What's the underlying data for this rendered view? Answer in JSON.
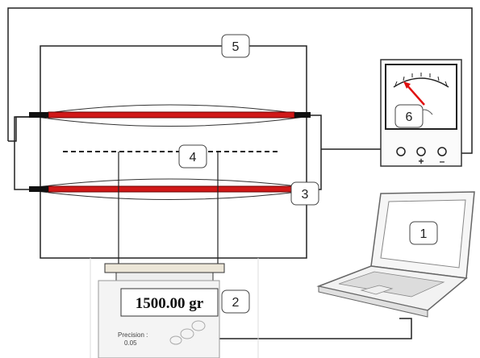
{
  "callouts": {
    "laptop": "1",
    "scale": "2",
    "heater": "3",
    "sample": "4",
    "oven": "5",
    "meter": "6"
  },
  "scale_display": {
    "reading": "1500.00 gr",
    "precision_label": "Precision :",
    "precision_value": "0.05"
  },
  "meter": {
    "plus_label": "+",
    "minus_label": "–"
  },
  "colors": {
    "heater": "#d01818",
    "needle": "#e01010",
    "wire": "#222222"
  }
}
